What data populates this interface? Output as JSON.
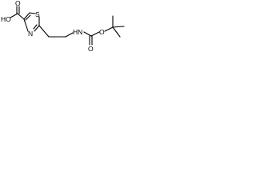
{
  "structure": {
    "atoms": {
      "hydroxyl": "HO",
      "carbonyl_o_acid": "O",
      "thiazole_s": "S",
      "thiazole_n": "N",
      "amide_nh": "HN",
      "carbamate_o_carbonyl": "O",
      "carbamate_o_ester": "O"
    },
    "colors": {
      "bond": "#000000",
      "label": "#000000",
      "background": "#ffffff"
    }
  }
}
